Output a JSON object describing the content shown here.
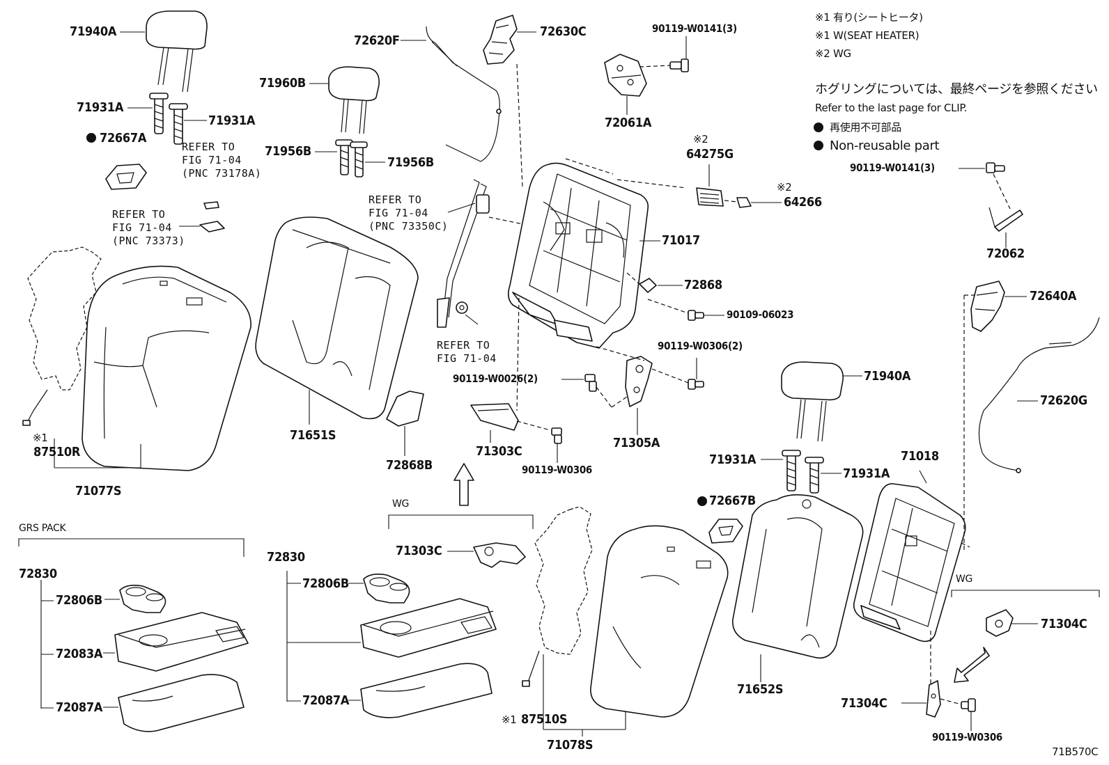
{
  "diagram": {
    "notes": {
      "note1_jp": "※1 有り(シートヒータ)",
      "note1_en": "※1 W(SEAT HEATER)",
      "note2": "※2 WG",
      "clip_jp": "ホグリングについては、最終ページを参照ください",
      "clip_en": "Refer to the last page for CLIP.",
      "legend_jp": "再使用不可部品",
      "legend_en": "Non-reusable part"
    },
    "figure_code": "71B570C",
    "groups": {
      "grs_pack": "GRS PACK",
      "wg_center": "WG",
      "wg_right": "WG"
    },
    "labels": {
      "p71940A_top": "71940A",
      "p71931A_l1": "71931A",
      "p71931A_l2": "71931A",
      "p72667A": "72667A",
      "p71960B": "71960B",
      "p71956B_l": "71956B",
      "p71956B_r": "71956B",
      "p72620F": "72620F",
      "p72630C": "72630C",
      "p90119_W0141_top": "90119-W0141(3)",
      "p72061A": "72061A",
      "p64275G_note": "※2",
      "p64275G": "64275G",
      "p64266_note": "※2",
      "p64266": "64266",
      "p90119_W0141_right": "90119-W0141(3)",
      "p72062": "72062",
      "p71017": "71017",
      "p72868": "72868",
      "p90109_06023": "90109-06023",
      "p90119_W0306_2": "90119-W0306(2)",
      "p90119_W0026_2": "90119-W0026(2)",
      "p71305A": "71305A",
      "p71303C_top": "71303C",
      "p90119_W0306_mid": "90119-W0306",
      "p72868B": "72868B",
      "p71651S": "71651S",
      "p87510R_note": "※1",
      "p87510R": "87510R",
      "p71077S": "71077S",
      "p72640A": "72640A",
      "p72620G": "72620G",
      "p71940A_bottom": "71940A",
      "p71931A_b1": "71931A",
      "p71931A_b2": "71931A",
      "p71018": "71018",
      "p72667B": "72667B",
      "p71303C_wg": "71303C",
      "p72830_left": "72830",
      "p72806B_left": "72806B",
      "p72083A": "72083A",
      "p72087A_left": "72087A",
      "p72830_mid": "72830",
      "p72806B_mid": "72806B",
      "p72087A_mid": "72087A",
      "p87510S_note": "※1",
      "p87510S": "87510S",
      "p71078S": "71078S",
      "p71652S": "71652S",
      "p71304C_top": "71304C",
      "p71304C_bottom": "71304C",
      "p90119_W0306_bottom": "90119-W0306"
    },
    "refs": {
      "ref_73178A": [
        "REFER TO",
        "FIG 71-04",
        "(PNC 73178A)"
      ],
      "ref_73373": [
        "REFER TO",
        "FIG 71-04",
        "(PNC 73373)"
      ],
      "ref_73350C": [
        "REFER TO",
        "FIG 71-04",
        "(PNC 73350C)"
      ],
      "ref_7104": [
        "REFER TO",
        "FIG 71-04"
      ]
    }
  }
}
